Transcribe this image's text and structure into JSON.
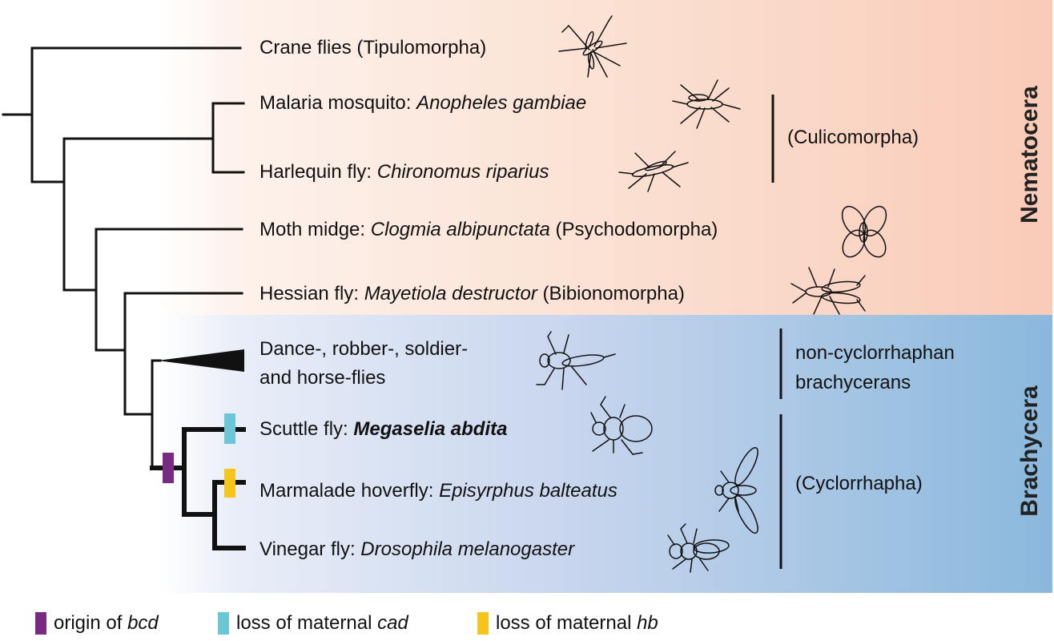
{
  "clades": {
    "nematocera": "Nematocera",
    "brachycera": "Brachycera"
  },
  "taxa": [
    {
      "prefix": "Crane flies (Tipulomorpha)",
      "species": "",
      "suffix": ""
    },
    {
      "prefix": "Malaria mosquito: ",
      "species": "Anopheles gambiae",
      "suffix": ""
    },
    {
      "prefix": "Harlequin fly: ",
      "species": "Chironomus riparius",
      "suffix": ""
    },
    {
      "prefix": "Moth midge: ",
      "species": "Clogmia albipunctata",
      "suffix": " (Psychodomorpha)"
    },
    {
      "prefix": "Hessian fly: ",
      "species": "Mayetiola destructor",
      "suffix": " (Bibionomorpha)"
    },
    {
      "line1": "Dance-, robber-, soldier-",
      "line2": "and horse-flies"
    },
    {
      "prefix": "Scuttle fly: ",
      "species": "Megaselia abdita",
      "suffix": ""
    },
    {
      "prefix": "Marmalade hoverfly: ",
      "species": "Episyrphus balteatus",
      "suffix": ""
    },
    {
      "prefix": "Vinegar fly: ",
      "species": "Drosophila melanogaster",
      "suffix": ""
    }
  ],
  "groups": {
    "culicomorpha": "(Culicomorpha)",
    "non_cyclo_line1": "non-cyclorrhaphan",
    "non_cyclo_line2": "brachycerans",
    "cyclorrhapha": "(Cyclorrhapha)"
  },
  "legend": [
    {
      "prefix": "origin of ",
      "term": "bcd",
      "color": "#7b2a83"
    },
    {
      "prefix": "loss of maternal ",
      "term": "cad",
      "color": "#6cc6d6"
    },
    {
      "prefix": "loss of maternal ",
      "term": "hb",
      "color": "#f6c51b"
    }
  ],
  "icons": [
    "crane-fly-icon",
    "mosquito-icon",
    "midge-icon",
    "moth-midge-icon",
    "hessian-fly-icon",
    "horse-fly-icon",
    "scuttle-fly-icon",
    "hoverfly-icon",
    "vinegar-fly-icon"
  ]
}
